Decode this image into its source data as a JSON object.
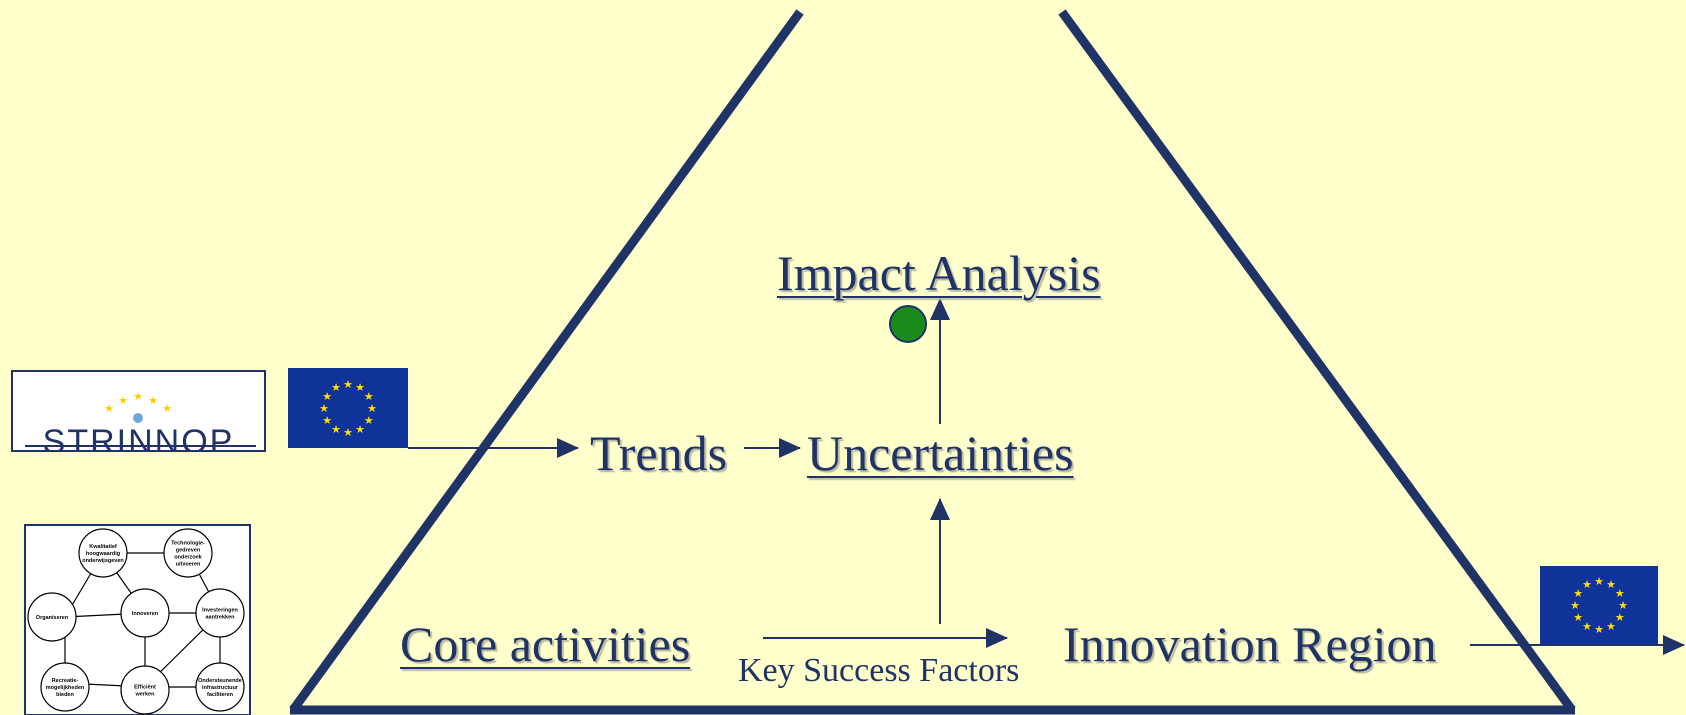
{
  "colors": {
    "background": "#ffffcc",
    "primary": "#1f3366",
    "eu_flag": "#103399",
    "eu_star": "#ffdd00",
    "dot": "#1a8a1a"
  },
  "diagram": {
    "impact_analysis": "Impact Analysis",
    "trends": "Trends",
    "uncertainties": "Uncertainties",
    "core_activities": "Core activities",
    "key_success_factors": "Key Success Factors",
    "innovation_region": "Innovation Region"
  },
  "logos": {
    "strinnop": "STRINNOP",
    "eu_flag_icon": "eu-flag-icon"
  },
  "network": {
    "nodes": [
      "Kwalitatief hoogwaardig onderwijsgeven",
      "Technologie-gedreven onderzoek uitvoeren",
      "Organiseren",
      "Innoveren",
      "Investeringen aantrekken",
      "Recreatie-mogelijkheden bieden",
      "Efficiënt werken",
      "Ondersteunende infrastructuur faciliteren"
    ]
  }
}
